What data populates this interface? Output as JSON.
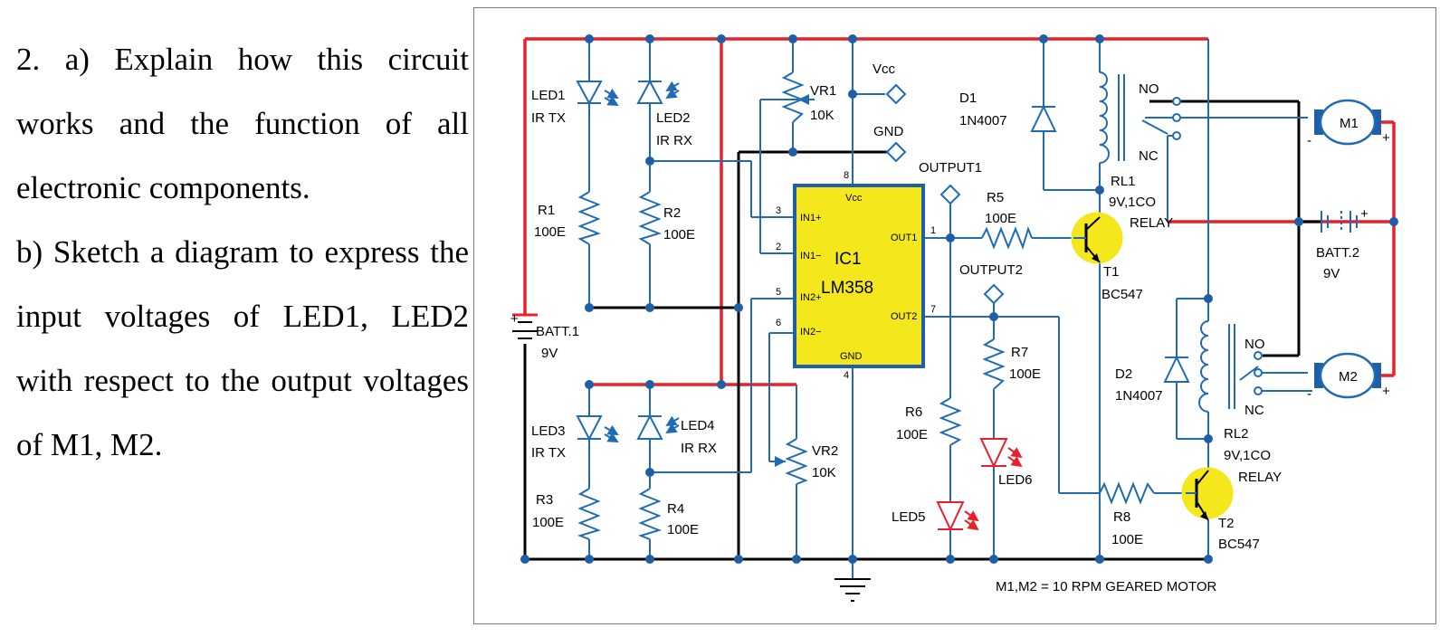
{
  "question": {
    "part_a": "2. a) Explain how this circuit works and the function of all electronic components.",
    "part_b": "b) Sketch a diagram to express the input voltages of LED1, LED2 with respect to the output voltages of M1, M2."
  },
  "diagram": {
    "components": {
      "led1_name": "LED1",
      "led1_type": "IR TX",
      "led2_name": "LED2",
      "led2_type": "IR RX",
      "led3_name": "LED3",
      "led3_type": "IR TX",
      "led4_name": "LED4",
      "led4_type": "IR RX",
      "r1_name": "R1",
      "r1_value": "100E",
      "r2_name": "R2",
      "r2_value": "100E",
      "r3_name": "R3",
      "r3_value": "100E",
      "r4_name": "R4",
      "r4_value": "100E",
      "r5_name": "R5",
      "r5_value": "100E",
      "r6_name": "R6",
      "r6_value": "100E",
      "r7_name": "R7",
      "r7_value": "100E",
      "r8_name": "R8",
      "r8_value": "100E",
      "vr1_name": "VR1",
      "vr1_value": "10K",
      "vr2_name": "VR2",
      "vr2_value": "10K",
      "vcc": "Vcc",
      "gnd": "GND",
      "output1": "OUTPUT1",
      "output2": "OUTPUT2",
      "batt1_name": "BATT.1",
      "batt1_value": "9V",
      "batt2_name": "BATT.2",
      "batt2_value": "9V",
      "d1_name": "D1",
      "d1_value": "1N4007",
      "d2_name": "D2",
      "d2_value": "1N4007",
      "rl1_name": "RL1",
      "rl1_value": "9V,1CO",
      "rl1_type": "RELAY",
      "rl2_name": "RL2",
      "rl2_value": "9V,1CO",
      "rl2_type": "RELAY",
      "t1_name": "T1",
      "t1_value": "BC547",
      "t2_name": "T2",
      "t2_value": "BC547",
      "led5_name": "LED5",
      "led6_name": "LED6",
      "m1_name": "M1",
      "m2_name": "M2",
      "no": "NO",
      "nc": "NC",
      "plus": "+",
      "minus": "-"
    },
    "ic": {
      "name": "IC1",
      "part": "LM358",
      "pin_vcc": "Vcc",
      "pin_gnd": "GND",
      "pin_in1p": "IN1+",
      "pin_in1m": "IN1−",
      "pin_in2p": "IN2+",
      "pin_in2m": "IN2−",
      "pin_out1": "OUT1",
      "pin_out2": "OUT2",
      "pin_numbers": {
        "p1": "1",
        "p2": "2",
        "p3": "3",
        "p4": "4",
        "p5": "5",
        "p6": "6",
        "p7": "7",
        "p8": "8"
      }
    },
    "footnote": "M1,M2 = 10 RPM GEARED MOTOR",
    "colors": {
      "wire_red": "#e8202a",
      "wire_blue": "#1f6bb4",
      "wire_black": "#000000",
      "ic_fill": "#f4e81c",
      "ic_border": "#1f5fa8",
      "transistor_fill": "#f4e81c",
      "motor_terminal": "#1f5fa8"
    }
  }
}
